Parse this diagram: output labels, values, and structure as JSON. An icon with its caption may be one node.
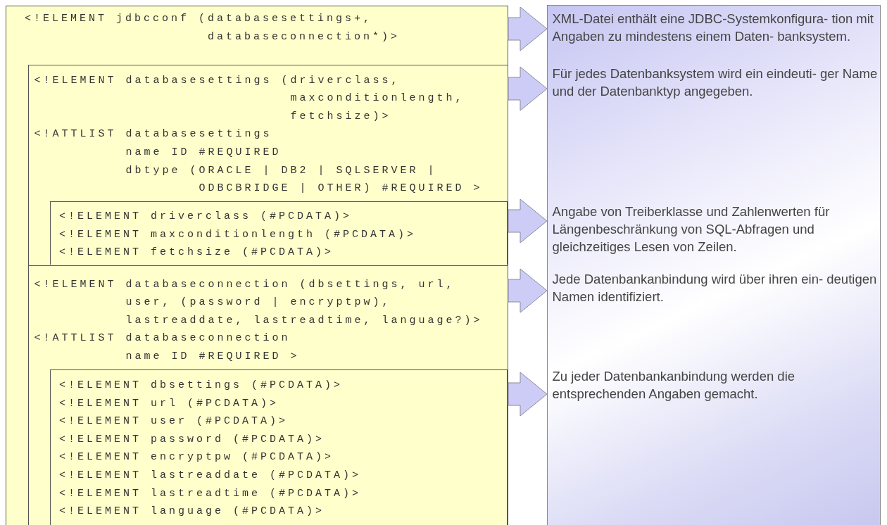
{
  "diagram": {
    "nodes": [
      {
        "text": [
          "<!ELEMENT jdbcconf (databasesettings+,",
          "databaseconnection*)>"
        ]
      },
      {
        "text": [
          "<!ELEMENT databasesettings (driverclass,",
          "maxconditionlength,",
          "fetchsize)>",
          "<!ATTLIST databasesettings",
          "name ID #REQUIRED",
          "dbtype (ORACLE | DB2 | SQLSERVER |",
          "ODBCBRIDGE | OTHER) #REQUIRED >"
        ],
        "in": 0
      },
      {
        "text": [
          "<!ELEMENT driverclass (#PCDATA)>",
          "<!ELEMENT maxconditionlength (#PCDATA)>",
          "<!ELEMENT fetchsize (#PCDATA)>"
        ],
        "in": 1
      },
      {
        "text": [
          "<!ELEMENT databaseconnection (dbsettings, url,",
          "user, (password | encryptpw),",
          "lastreaddate, lastreadtime, language?)>",
          "<!ATTLIST databaseconnection",
          "name ID #REQUIRED >"
        ],
        "in": 0
      },
      {
        "text": [
          "<!ELEMENT dbsettings (#PCDATA)>",
          "<!ELEMENT url (#PCDATA)>",
          "<!ELEMENT user (#PCDATA)>",
          "<!ELEMENT password (#PCDATA)>",
          "<!ELEMENT encryptpw (#PCDATA)>",
          "<!ELEMENT lastreaddate (#PCDATA)>",
          "<!ELEMENT lastreadtime (#PCDATA)>",
          "<!ELEMENT language (#PCDATA)>"
        ],
        "in": 3
      },
      {
        "text": [],
        "shape": "box"
      },
      {
        "text": [
          "XML-Datei enthält eine JDBC-Systemkonfigura- tion mit Angaben zu mindestens einem Daten- banksystem."
        ],
        "in": 5
      },
      {
        "text": [
          "Für jedes Datenbanksystem wird ein eindeuti- ger Name und der Datenbanktyp angegeben."
        ],
        "in": 5
      },
      {
        "text": [
          "Angabe von Treiberklasse und Zahlenwerten für Längenbeschränkung von SQL-Abfragen und gleichzeitiges Lesen von Zeilen."
        ],
        "in": 5
      },
      {
        "text": [
          "Jede Datenbankanbindung wird über ihren ein- deutigen Namen identifiziert."
        ],
        "in": 5
      },
      {
        "text": [
          "Zu jeder Datenbankanbindung werden die entsprechenden Angaben gemacht."
        ],
        "in": 5
      }
    ],
    "edges": [
      {
        "from": 0,
        "to": 6,
        "arrow": "to"
      },
      {
        "from": 1,
        "to": 7,
        "arrow": "to"
      },
      {
        "from": 2,
        "to": 8,
        "arrow": "to"
      },
      {
        "from": 3,
        "to": 9,
        "arrow": "to"
      },
      {
        "from": 4,
        "to": 10,
        "arrow": "to"
      }
    ]
  }
}
